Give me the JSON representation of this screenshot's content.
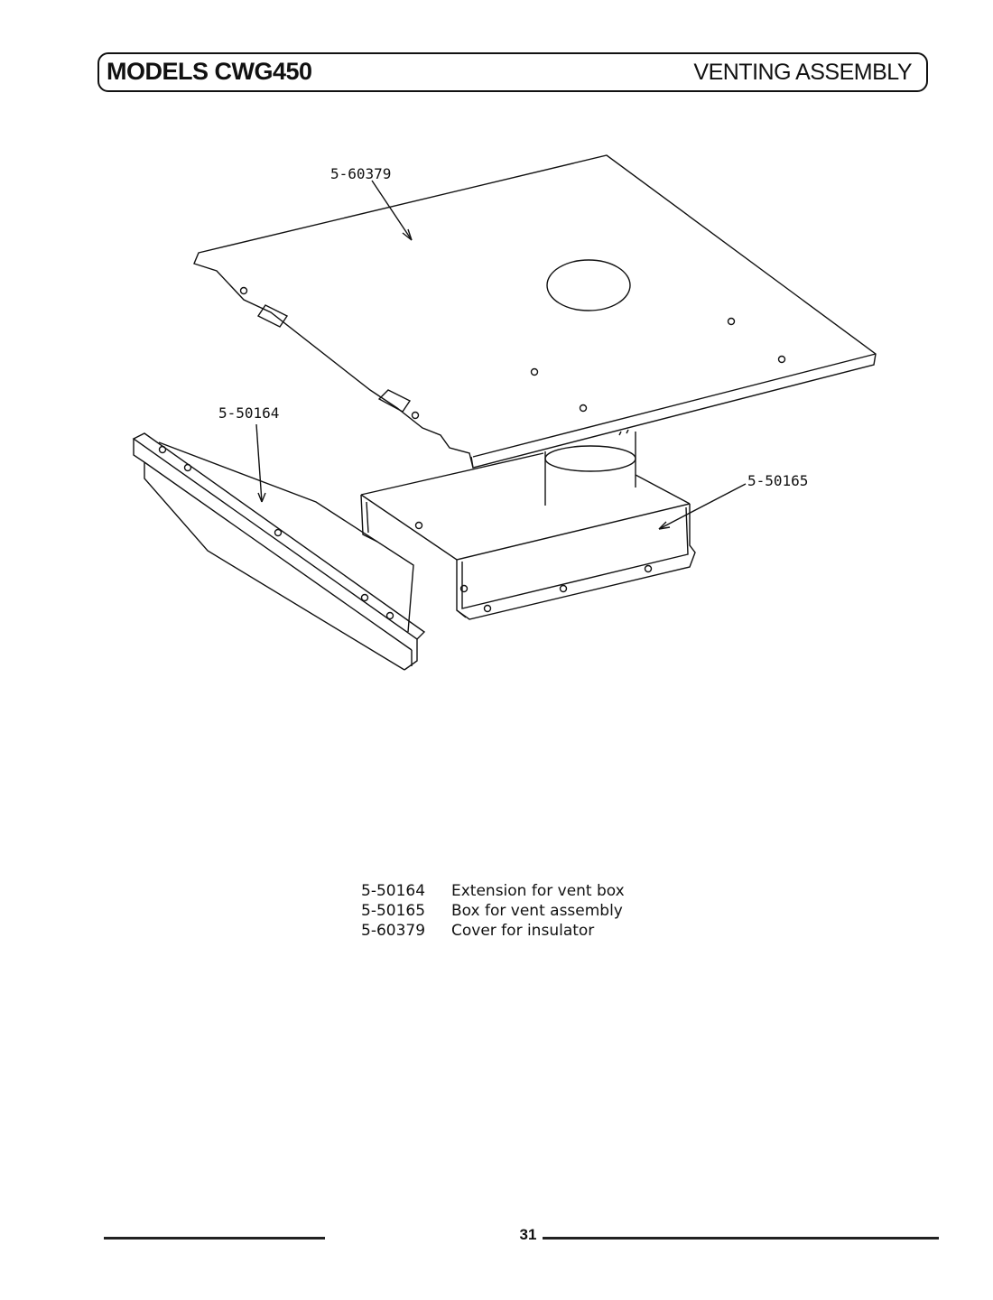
{
  "header": {
    "models": "MODELS CWG450",
    "section": "VENTING ASSEMBLY"
  },
  "callouts": [
    {
      "id": "cover",
      "label": "5-60379"
    },
    {
      "id": "extension",
      "label": "5-50164"
    },
    {
      "id": "box",
      "label": "5-50165"
    }
  ],
  "legend": [
    {
      "part": "5-50164",
      "desc": "Extension for vent box"
    },
    {
      "part": "5-50165",
      "desc": "Box for vent assembly"
    },
    {
      "part": "5-60379",
      "desc": "Cover for insulator"
    }
  ],
  "footer": {
    "page": "31"
  }
}
